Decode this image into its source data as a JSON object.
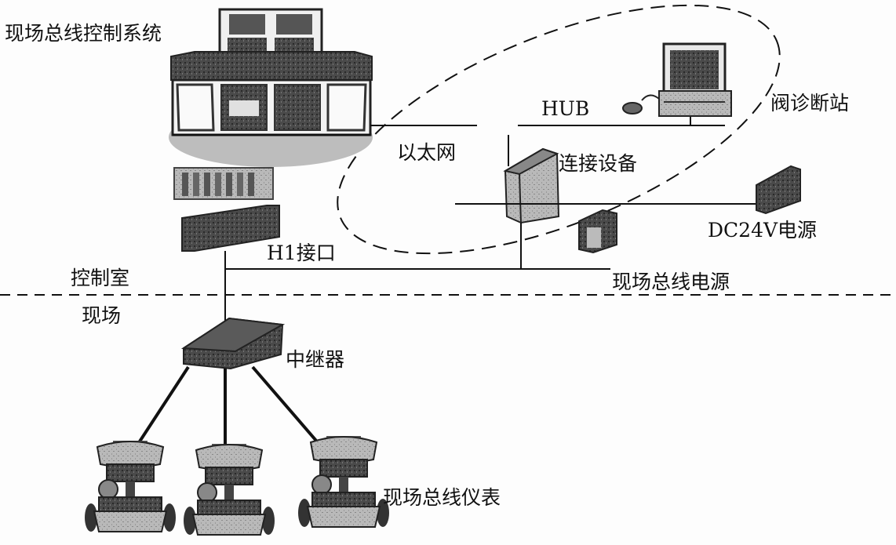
{
  "title": "现场总线控制系统",
  "labels": {
    "ethernet": "以太网",
    "hub": "HUB",
    "valve_diag_station": "阀诊断站",
    "link_device": "连接设备",
    "dc24v_supply": "DC24V电源",
    "h1_interface": "H1接口",
    "control_room": "控制室",
    "fieldbus_supply": "现场总线电源",
    "field": "现场",
    "repeater": "中继器",
    "field_instruments": "现场总线仪表"
  },
  "icons": {
    "control_system": "operator-console-icon",
    "controller_rack": "controller-rack-icon",
    "h1_card": "h1-interface-card-icon",
    "computer": "computer-monitor-icon",
    "mouse": "mouse-icon",
    "link_device": "link-device-icon",
    "fieldbus_power": "power-conditioner-icon",
    "dc_power": "dc-power-supply-icon",
    "repeater": "repeater-box-icon",
    "valve": "control-valve-icon"
  },
  "colors": {
    "line": "#111111",
    "device_dark": "#3a3a3a",
    "device_mid": "#8a8a8a",
    "device_light": "#cfcfcf"
  }
}
